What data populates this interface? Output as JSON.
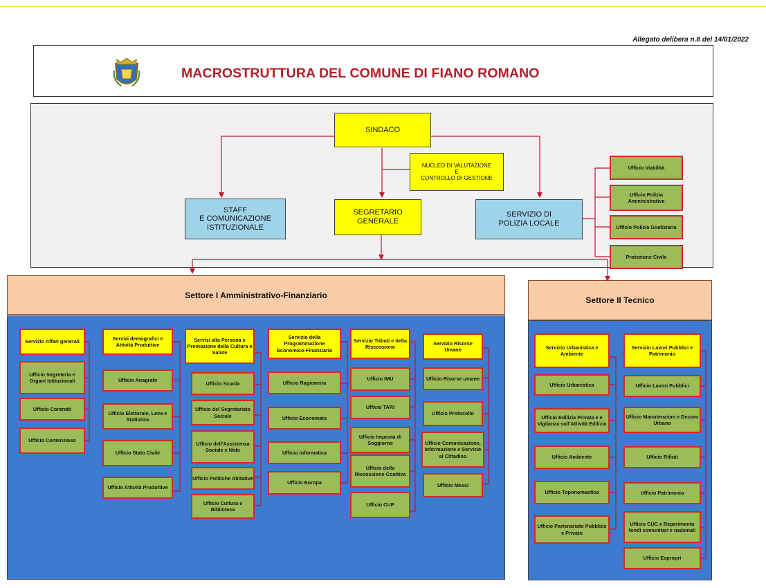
{
  "allegato": "Allegato delibera n.8 del 14/01/2022",
  "title": "MACROSTRUTTURA DEL COMUNE DI FIANO ROMANO",
  "colors": {
    "title_red": "#b0202a",
    "yellow": "#ffff00",
    "light_blue": "#9fd3ea",
    "green": "#9cbb59",
    "box_border_red": "#d12a2a",
    "panel_blue": "#3d7bd0",
    "sector_header": "#f9cca9",
    "connector": "#c0182a"
  },
  "top": {
    "sindaco": "SINDACO",
    "nucleo": [
      "NUCLEO DI VALUTAZIONE",
      "E",
      "CONTROLLO DI GESTIONE"
    ],
    "staff": [
      "STAFF",
      "E COMUNICAZIONE",
      "ISTITUZIONALE"
    ],
    "segretario": [
      "SEGRETARIO",
      "GENERALE"
    ],
    "polizia": [
      "SERVIZIO DI",
      "POLIZIA LOCALE"
    ],
    "polizia_uffici": [
      "Ufficio Viabilità",
      "Ufficio Polizia Amministrativa",
      "Ufficio Polizia Giudiziaria",
      "Protezione Civile"
    ]
  },
  "settore1": {
    "title": "Settore I Amministrativo-Finanziario",
    "columns": [
      {
        "servizio": "Servizio Affari generali",
        "uffici": [
          "Ufficio Segreteria e Organi Istituzionali",
          "Ufficio Contratti",
          "Ufficio Contenzioso"
        ]
      },
      {
        "servizio": "Servizi demografici e Attività Produttive",
        "uffici": [
          "Ufficio Anagrafe",
          "Ufficio Elettorale, Leva e Statistica",
          "Ufficio Stato Civile",
          "Ufficio Attività Produttive"
        ]
      },
      {
        "servizio": "Servizi alla Persona e Promozione della Cultura e Salute",
        "uffici": [
          "Ufficio Scuola",
          "Ufficio del Segretariato Sociale",
          "Ufficio dell'Assistenza Sociale e Nido",
          "Ufficio Politiche Abitative",
          "Ufficio Cultura e Biblioteca"
        ]
      },
      {
        "servizio": "Servizio della Programmazione Economico-Finanziaria",
        "uffici": [
          "Ufficio Ragioneria",
          "Ufficio Economato",
          "Ufficio informatica",
          "Ufficio Europa"
        ]
      },
      {
        "servizio": "Servizio Tributi e della Riscossione",
        "uffici": [
          "Ufficio IMU",
          "Ufficio TARI",
          "Ufficio Imposta di Soggiorno",
          "Ufficio della Riscossione Coattiva",
          "Ufficio CUP"
        ]
      },
      {
        "servizio": "Servizio Risorse Umane",
        "uffici": [
          "Ufficio Risorse umane",
          "Ufficio Protocollo",
          "Ufficio Comunicazione, Informazione e Servizio al Cittadino",
          "Ufficio Messi"
        ]
      }
    ]
  },
  "settore2": {
    "title": "Settore II Tecnico",
    "columns": [
      {
        "servizio": "Servizio Urbanistica e Ambiente",
        "uffici": [
          "Ufficio Urbanistica",
          "Ufficio Edilizia Privata e e Vigilanza sull'Attività Edilizia",
          "Ufficio Ambiente",
          "Ufficio Toponomastica",
          "Ufficio Partenariato Pubblico e Privato"
        ]
      },
      {
        "servizio": "Servizio Lavori Pubblici e Patrimonio",
        "uffici": [
          "Ufficio Lavori Pubblici",
          "Ufficio Manutenzioni e Decoro Urbano",
          "Ufficio Rifiuti",
          "Ufficio Patrimonio",
          "Ufficio CUC e Reperimento fondi comunitari e nazionali",
          "Ufficio Espropri"
        ]
      }
    ]
  }
}
